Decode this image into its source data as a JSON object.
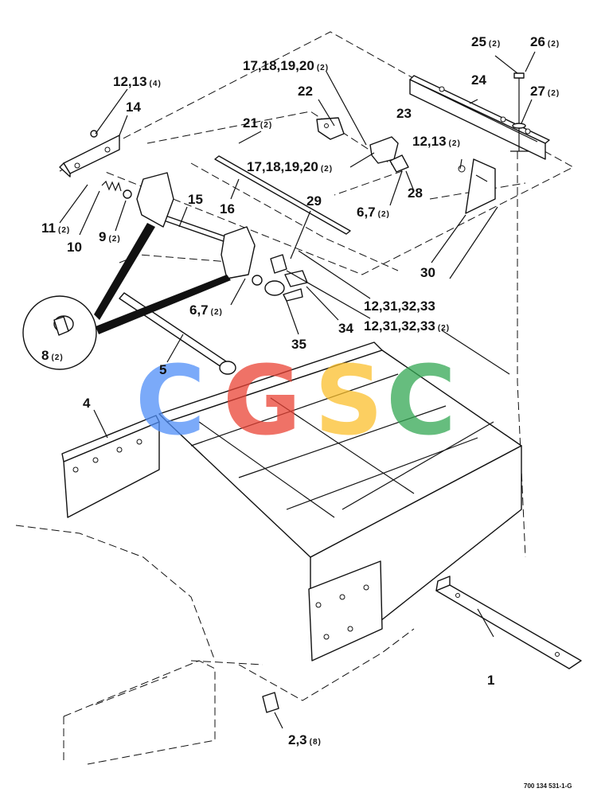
{
  "callouts": {
    "c1": {
      "num": "1",
      "qty": ""
    },
    "c23": {
      "num": "2,3",
      "qty": "(8)"
    },
    "c4": {
      "num": "4",
      "qty": ""
    },
    "c5": {
      "num": "5",
      "qty": ""
    },
    "c67a": {
      "num": "6,7",
      "qty": "(2)"
    },
    "c67b": {
      "num": "6,7",
      "qty": "(2)"
    },
    "c8": {
      "num": "8",
      "qty": "(2)"
    },
    "c9": {
      "num": "9",
      "qty": "(2)"
    },
    "c10": {
      "num": "10",
      "qty": ""
    },
    "c11": {
      "num": "11",
      "qty": "(2)"
    },
    "c1213a": {
      "num": "12,13",
      "qty": "(4)"
    },
    "c1213b": {
      "num": "12,13",
      "qty": "(2)"
    },
    "c14": {
      "num": "14",
      "qty": ""
    },
    "c15": {
      "num": "15",
      "qty": ""
    },
    "c16": {
      "num": "16",
      "qty": ""
    },
    "c17a": {
      "num": "17,18,19,20",
      "qty": "(2)"
    },
    "c17b": {
      "num": "17,18,19,20",
      "qty": "(2)"
    },
    "c21": {
      "num": "21",
      "qty": "(2)"
    },
    "c22": {
      "num": "22",
      "qty": ""
    },
    "c23p": {
      "num": "23",
      "qty": ""
    },
    "c24": {
      "num": "24",
      "qty": ""
    },
    "c25": {
      "num": "25",
      "qty": "(2)"
    },
    "c26": {
      "num": "26",
      "qty": "(2)"
    },
    "c27": {
      "num": "27",
      "qty": "(2)"
    },
    "c28": {
      "num": "28",
      "qty": ""
    },
    "c29": {
      "num": "29",
      "qty": ""
    },
    "c30": {
      "num": "30",
      "qty": ""
    },
    "c31a": {
      "num": "12,31,32,33",
      "qty": ""
    },
    "c31b": {
      "num": "12,31,32,33",
      "qty": "(2)"
    },
    "c34": {
      "num": "34",
      "qty": ""
    },
    "c35": {
      "num": "35",
      "qty": ""
    }
  },
  "figure_number": "700 134 531-1-G",
  "watermark": {
    "letters": [
      "C",
      "G",
      "S",
      "C"
    ],
    "colors": [
      "#4f8ef7",
      "#ea4335",
      "#fbc02d",
      "#34a853"
    ]
  }
}
